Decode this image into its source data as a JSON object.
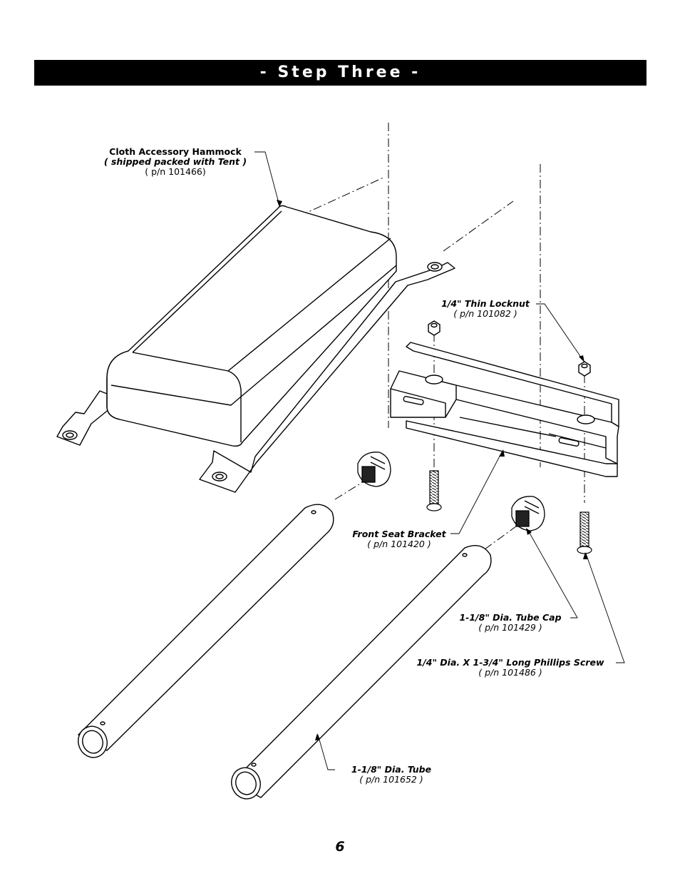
{
  "header": {
    "title": "- Step Three -"
  },
  "callouts": {
    "hammock": {
      "name": "Cloth Accessory Hammock",
      "note": "( shipped packed with Tent )",
      "part": "( p/n 101466)"
    },
    "locknut": {
      "name": "1/4\" Thin Locknut",
      "part": "( p/n 101082 )"
    },
    "bracket": {
      "name": "Front Seat Bracket",
      "part": "( p/n 101420 )"
    },
    "tube_cap": {
      "name": "1-1/8\" Dia. Tube Cap",
      "part": "( p/n 101429 )"
    },
    "screw": {
      "name": "1/4\" Dia. X 1-3/4\" Long Phillips Screw",
      "part": "( p/n 101486 )"
    },
    "tube": {
      "name": "1-1/8\" Dia. Tube",
      "part": "( p/n 101652 )"
    }
  },
  "footer": {
    "page_number": "6"
  }
}
